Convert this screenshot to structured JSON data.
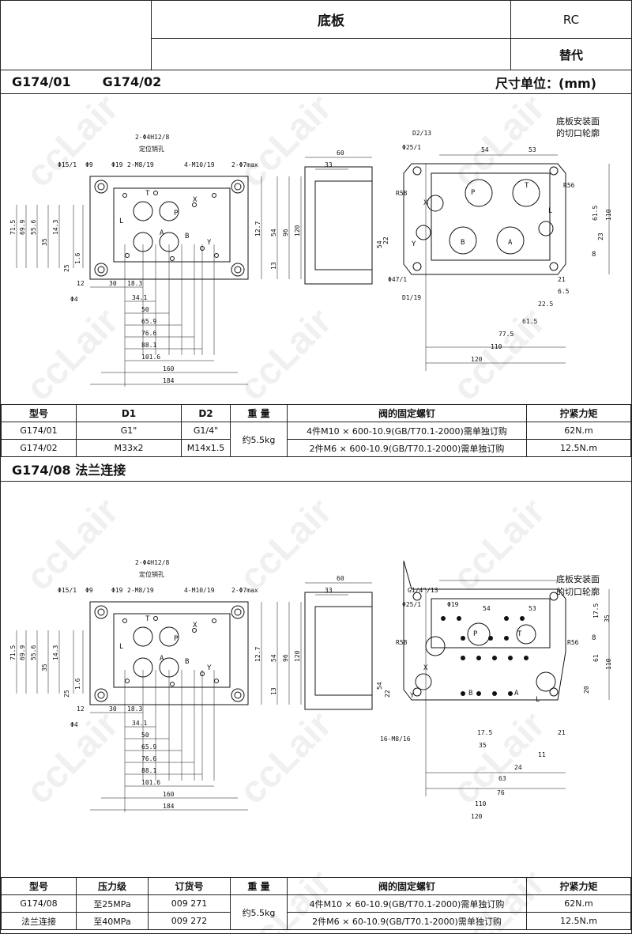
{
  "header": {
    "title": "底板",
    "code": "RC",
    "replace_label": "替代"
  },
  "section1": {
    "models": [
      "G174/01",
      "G174/02"
    ],
    "unit_label": "尺寸单位：(mm)"
  },
  "drawing1": {
    "left_labels": [
      "2-Φ4H12/8",
      "定位销孔",
      "Φ15/1",
      "Φ9",
      "Φ19",
      "2-M8/19",
      "4-M10/19",
      "2-Φ7max",
      "71.5",
      "69.9",
      "55.6",
      "35",
      "14.3",
      "25",
      "1.6",
      "12",
      "30",
      "18.3",
      "34.1",
      "50",
      "65.9",
      "76.6",
      "88.1",
      "101.6",
      "160",
      "184",
      "12.7",
      "54",
      "96",
      "120",
      "13",
      "Φ4",
      "T",
      "P",
      "A",
      "B",
      "X",
      "Y",
      "L"
    ],
    "side_labels": [
      "60",
      "33"
    ],
    "right_labels": [
      "底板安装面",
      "的切口轮廓",
      "D2/13",
      "Φ25/1",
      "54",
      "53",
      "R58",
      "R56",
      "110",
      "61.5",
      "54",
      "22",
      "23",
      "8",
      "21",
      "6.5",
      "22.5",
      "61.5",
      "77.5",
      "110",
      "120",
      "Φ47/1",
      "D1/19",
      "P",
      "T",
      "B",
      "A",
      "X",
      "Y",
      "L"
    ]
  },
  "table1": {
    "headers": [
      "型号",
      "D1",
      "D2",
      "重 量",
      "阀的固定螺钉",
      "拧紧力矩"
    ],
    "rows": [
      {
        "model": "G174/01",
        "d1": "G1\"",
        "d2": "G1/4\"",
        "bolt": "4件M10 × 600-10.9(GB/T70.1-2000)需单独订购",
        "torque": "62N.m"
      },
      {
        "model": "G174/02",
        "d1": "M33x2",
        "d2": "M14x1.5",
        "bolt": "2件M6 × 600-10.9(GB/T70.1-2000)需单独订购",
        "torque": "12.5N.m"
      }
    ],
    "weight": "约5.5kg"
  },
  "section2": {
    "title": "G174/08 法兰连接"
  },
  "drawing2": {
    "left_labels": [
      "2-Φ4H12/8",
      "定位销孔",
      "Φ15/1",
      "Φ9",
      "Φ19",
      "2-M8/19",
      "4-M10/19",
      "2-Φ7max",
      "71.5",
      "69.9",
      "55.6",
      "35",
      "14.3",
      "25",
      "1.6",
      "12",
      "30",
      "18.3",
      "34.1",
      "50",
      "65.9",
      "76.6",
      "88.1",
      "101.6",
      "160",
      "184",
      "12.7",
      "54",
      "96",
      "120",
      "13",
      "Φ4",
      "T",
      "P",
      "A",
      "B",
      "X",
      "Y",
      "L"
    ],
    "side_labels": [
      "60",
      "33"
    ],
    "right_labels": [
      "底板安装面",
      "的切口轮廓",
      "G1/4\"/13",
      "Φ25/1",
      "Φ19",
      "54",
      "53",
      "R58",
      "R56",
      "17.5",
      "35",
      "8",
      "61",
      "110",
      "54",
      "22",
      "20",
      "16-M8/16",
      "17.5",
      "35",
      "21",
      "11",
      "24",
      "63",
      "76",
      "110",
      "120",
      "P",
      "T",
      "B",
      "A",
      "X",
      "Y",
      "L"
    ]
  },
  "table2": {
    "headers": [
      "型号",
      "压力级",
      "订货号",
      "重 量",
      "阀的固定螺钉",
      "拧紧力矩"
    ],
    "rows": [
      {
        "model": "G174/08",
        "pressure": "至25MPa",
        "order": "009 271",
        "bolt": "4件M10 × 60-10.9(GB/T70.1-2000)需单独订购",
        "torque": "62N.m"
      },
      {
        "model": "法兰连接",
        "pressure": "至40MPa",
        "order": "009 272",
        "bolt": "2件M6 × 60-10.9(GB/T70.1-2000)需单独订购",
        "torque": "12.5N.m"
      }
    ],
    "weight": "约5.5kg"
  },
  "watermark": "ccLair"
}
